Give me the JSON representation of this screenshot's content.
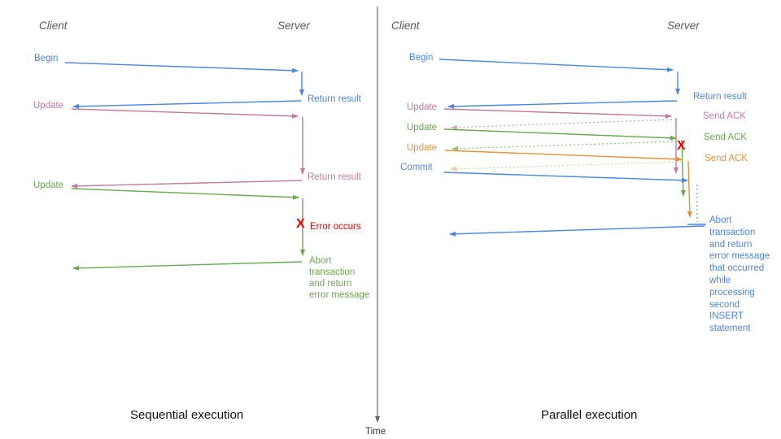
{
  "left": {
    "client_header": "Client",
    "server_header": "Server",
    "begin": "Begin",
    "return_result_1": "Return result",
    "update_1": "Update",
    "return_result_2": "Return result",
    "update_2": "Update",
    "x_mark": "X",
    "error_occurs": "Error occurs",
    "abort_note": "Abort\ntransaction\nand return\nerror message",
    "caption": "Sequential execution"
  },
  "right": {
    "client_header": "Client",
    "server_header": "Server",
    "begin": "Begin",
    "return_result_1": "Return result",
    "update_1": "Update",
    "send_ack_1": "Send ACK",
    "update_2": "Update",
    "send_ack_2": "Send ACK",
    "update_3": "Update",
    "send_ack_3": "Send ACK",
    "commit": "Commit",
    "x_mark": "X",
    "abort_note": "Abort\ntransaction\nand return\nerror message\nthat occurred\nwhile\nprocessing\nsecond\nINSERT\nstatement",
    "caption": "Parallel execution"
  },
  "time_axis": {
    "label": "Time"
  },
  "colors": {
    "blue": "#4a86e8",
    "blue_light": "#6fa8dc",
    "pink": "#c27ba0",
    "pink_light": "#d5a6bd",
    "green": "#6aa84f",
    "green_light": "#93c47d",
    "orange": "#e69138",
    "orange_light": "#f9cb9c",
    "red": "#ee0000",
    "header_gray": "#595959",
    "axis_gray": "#666666"
  }
}
